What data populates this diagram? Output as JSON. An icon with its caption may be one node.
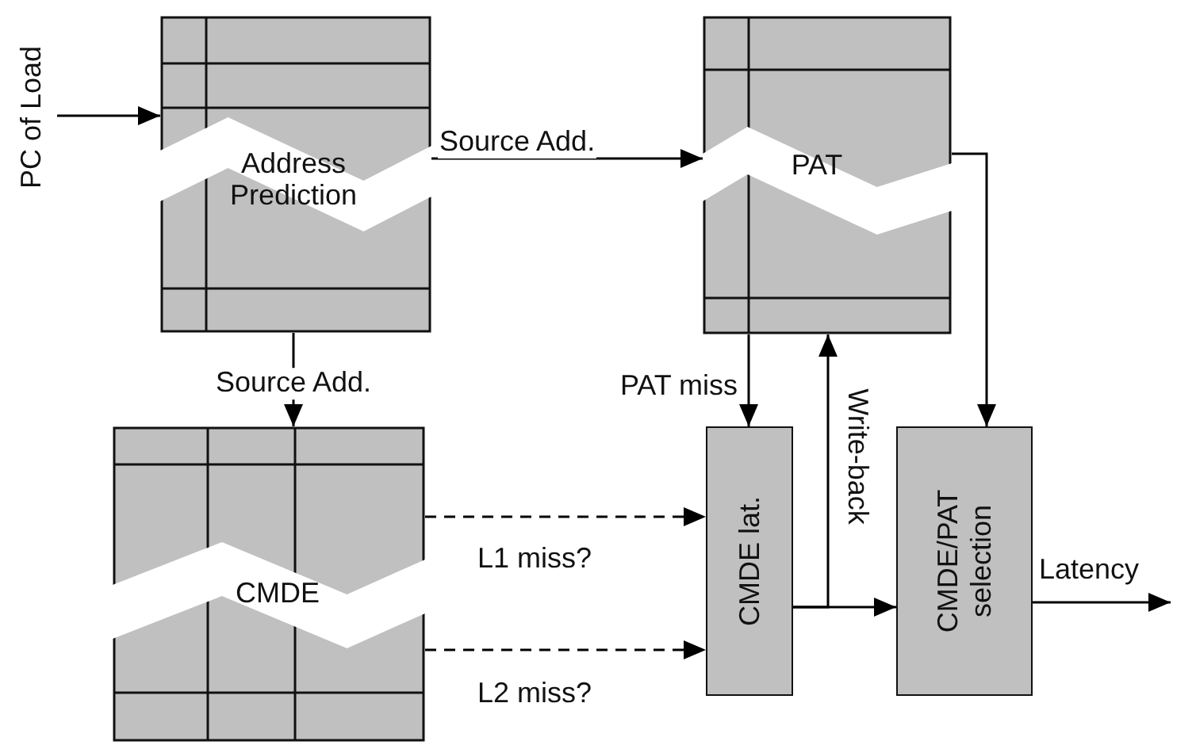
{
  "diagram": {
    "nodes": [
      {
        "text": [
          "PC of Load"
        ]
      },
      {
        "text": [
          "Address Prediction"
        ]
      },
      {
        "text": [
          "PAT"
        ]
      },
      {
        "text": [
          "CMDE"
        ]
      },
      {
        "text": [
          "CMDE lat."
        ]
      },
      {
        "text": [
          "CMDE/PAT selection"
        ]
      }
    ],
    "edges": [
      {
        "from": 0,
        "to": 1,
        "arrow": "to"
      },
      {
        "from": 1,
        "to": 2,
        "arrow": "to",
        "label": "Source Add."
      },
      {
        "from": 1,
        "to": 3,
        "arrow": "to",
        "label": "Source Add."
      },
      {
        "from": 2,
        "to": 5,
        "arrow": "to"
      },
      {
        "from": 2,
        "to": 4,
        "arrow": "to",
        "label": "PAT miss"
      },
      {
        "from": 3,
        "to": 4,
        "arrow": "to",
        "label": "L1 miss?",
        "style": "dashed"
      },
      {
        "from": 3,
        "to": 4,
        "arrow": "to",
        "label": "L2 miss?",
        "style": "dashed"
      },
      {
        "from": 4,
        "to": 5,
        "arrow": "to"
      },
      {
        "from": 4,
        "to": 2,
        "arrow": "to",
        "label": "Write-back"
      },
      {
        "from": 5,
        "to": null,
        "arrow": "to",
        "label": "Latency"
      }
    ]
  }
}
